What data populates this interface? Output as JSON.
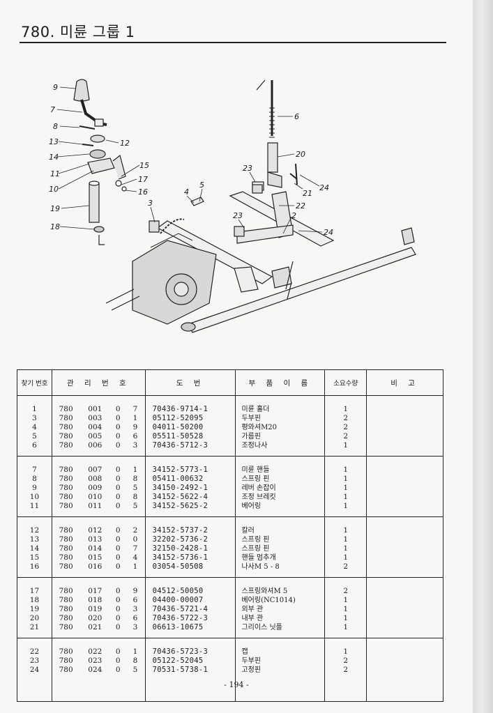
{
  "title": "780. 미륜 그룹 1",
  "page_number": "- 194 -",
  "callouts": [
    "9",
    "7",
    "8",
    "13",
    "12",
    "14",
    "11",
    "15",
    "10",
    "17",
    "16",
    "19",
    "18",
    "3",
    "4",
    "5",
    "6",
    "20",
    "23",
    "21",
    "24",
    "22",
    "2",
    "23",
    "24"
  ],
  "table": {
    "headers": {
      "num": "찾기 번호",
      "mgmt": "관 리 번 호",
      "drawing": "도 번",
      "name": "부 품 이 름",
      "qty": "소요수량",
      "remark": "비 고"
    },
    "groups": [
      [
        {
          "n": "1",
          "a": "780",
          "b": "001",
          "c": "0",
          "d": "7",
          "no": "70436-9714-1",
          "name": "미륜 홀더",
          "q": "1"
        },
        {
          "n": "3",
          "a": "780",
          "b": "003",
          "c": "0",
          "d": "1",
          "no": "05112-52095",
          "name": "두부핀",
          "q": "2"
        },
        {
          "n": "4",
          "a": "780",
          "b": "004",
          "c": "0",
          "d": "9",
          "no": "04011-50200",
          "name": "평와셔M20",
          "q": "2"
        },
        {
          "n": "5",
          "a": "780",
          "b": "005",
          "c": "0",
          "d": "6",
          "no": "05511-50528",
          "name": "가름핀",
          "q": "2"
        },
        {
          "n": "6",
          "a": "780",
          "b": "006",
          "c": "0",
          "d": "3",
          "no": "70436-5712-3",
          "name": "조정나사",
          "q": "1"
        }
      ],
      [
        {
          "n": "7",
          "a": "780",
          "b": "007",
          "c": "0",
          "d": "1",
          "no": "34152-5773-1",
          "name": "미륜 핸들",
          "q": "1"
        },
        {
          "n": "8",
          "a": "780",
          "b": "008",
          "c": "0",
          "d": "8",
          "no": "05411-00632",
          "name": "스프링 핀",
          "q": "1"
        },
        {
          "n": "9",
          "a": "780",
          "b": "009",
          "c": "0",
          "d": "5",
          "no": "34150-2492-1",
          "name": "레버 손잡이",
          "q": "1"
        },
        {
          "n": "10",
          "a": "780",
          "b": "010",
          "c": "0",
          "d": "8",
          "no": "34152-5622-4",
          "name": "조정 브레킷",
          "q": "1"
        },
        {
          "n": "11",
          "a": "780",
          "b": "011",
          "c": "0",
          "d": "5",
          "no": "34152-5625-2",
          "name": "베어링",
          "q": "1"
        }
      ],
      [
        {
          "n": "12",
          "a": "780",
          "b": "012",
          "c": "0",
          "d": "2",
          "no": "34152-5737-2",
          "name": "칼러",
          "q": "1"
        },
        {
          "n": "13",
          "a": "780",
          "b": "013",
          "c": "0",
          "d": "0",
          "no": "32202-5736-2",
          "name": "스프링 핀",
          "q": "1"
        },
        {
          "n": "14",
          "a": "780",
          "b": "014",
          "c": "0",
          "d": "7",
          "no": "32150-2428-1",
          "name": "스프링 핀",
          "q": "1"
        },
        {
          "n": "15",
          "a": "780",
          "b": "015",
          "c": "0",
          "d": "4",
          "no": "34152-5736-1",
          "name": "핸들 멈추개",
          "q": "1"
        },
        {
          "n": "16",
          "a": "780",
          "b": "016",
          "c": "0",
          "d": "1",
          "no": "03054-50508",
          "name": "나사M 5 - 8",
          "q": "2"
        }
      ],
      [
        {
          "n": "17",
          "a": "780",
          "b": "017",
          "c": "0",
          "d": "9",
          "no": "04512-50050",
          "name": "스프링와셔M 5",
          "q": "2"
        },
        {
          "n": "18",
          "a": "780",
          "b": "018",
          "c": "0",
          "d": "6",
          "no": "04400-00007",
          "name": "베어링(NC1014)",
          "q": "1"
        },
        {
          "n": "19",
          "a": "780",
          "b": "019",
          "c": "0",
          "d": "3",
          "no": "70436-5721-4",
          "name": "외부 관",
          "q": "1"
        },
        {
          "n": "20",
          "a": "780",
          "b": "020",
          "c": "0",
          "d": "6",
          "no": "70436-5722-3",
          "name": "내부 관",
          "q": "1"
        },
        {
          "n": "21",
          "a": "780",
          "b": "021",
          "c": "0",
          "d": "3",
          "no": "06613-10675",
          "name": "그리이스 닛플",
          "q": "1"
        }
      ],
      [
        {
          "n": "22",
          "a": "780",
          "b": "022",
          "c": "0",
          "d": "1",
          "no": "70436-5723-3",
          "name": "캡",
          "q": "1"
        },
        {
          "n": "23",
          "a": "780",
          "b": "023",
          "c": "0",
          "d": "8",
          "no": "05122-52045",
          "name": "두부핀",
          "q": "2"
        },
        {
          "n": "24",
          "a": "780",
          "b": "024",
          "c": "0",
          "d": "5",
          "no": "70531-5738-1",
          "name": "고정핀",
          "q": "2"
        }
      ]
    ]
  }
}
